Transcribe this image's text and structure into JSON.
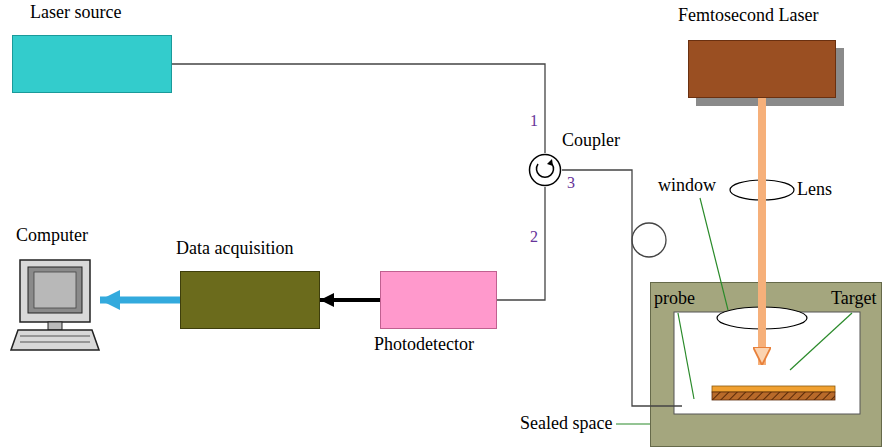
{
  "diagram": {
    "nodes": [
      {
        "text": [
          "Laser source"
        ]
      },
      {
        "text": [
          "Femtosecond Laser"
        ]
      },
      {
        "text": [
          "Coupler"
        ]
      },
      {
        "text": [
          "Computer"
        ]
      },
      {
        "text": [
          "Data acquisition"
        ]
      },
      {
        "text": [
          "Photodetector"
        ]
      },
      {
        "text": [
          "Sealed space"
        ]
      },
      {
        "text": [
          "probe"
        ],
        "in": 6
      },
      {
        "text": [
          "Target"
        ],
        "in": 6
      }
    ],
    "edges": [
      {
        "from": 0,
        "to": 2,
        "arrow": "none"
      },
      {
        "from": 2,
        "to": 5,
        "arrow": "none"
      },
      {
        "from": 5,
        "to": 4,
        "arrow": "to"
      },
      {
        "from": 4,
        "to": 3,
        "arrow": "to"
      },
      {
        "from": 2,
        "to": 7,
        "arrow": "none"
      },
      {
        "from": 1,
        "to": 8,
        "arrow": "to"
      }
    ],
    "labels": [
      "1",
      "2",
      "3",
      "window",
      "Lens"
    ]
  }
}
